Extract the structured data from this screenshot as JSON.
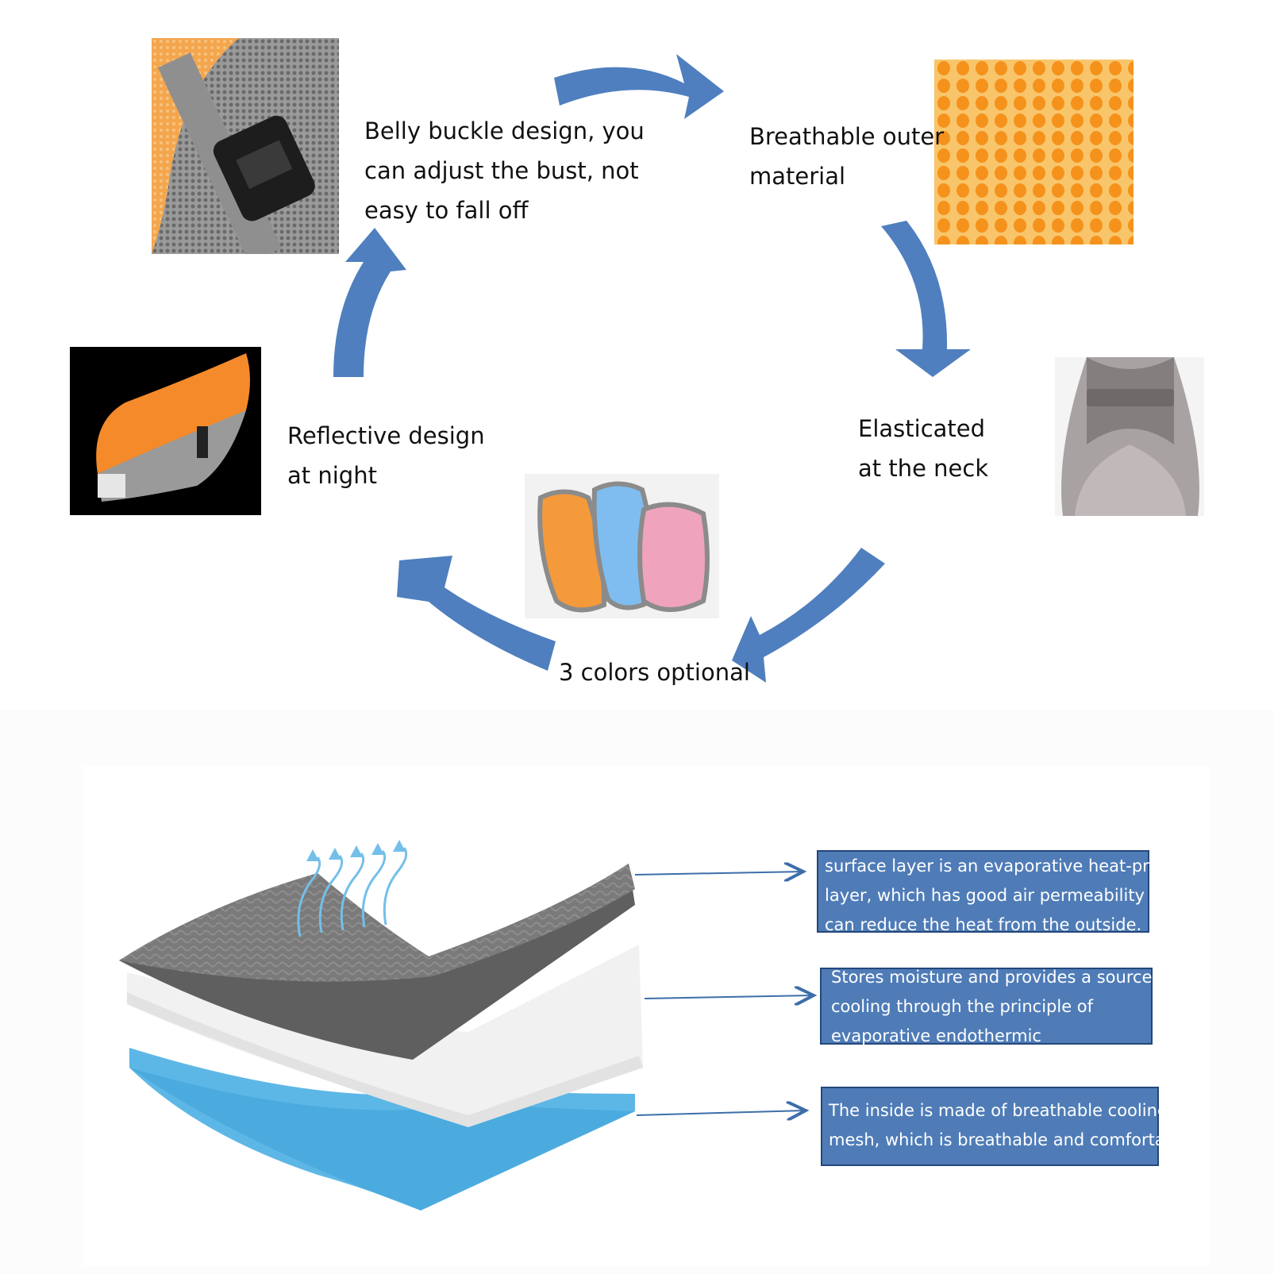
{
  "cycle": {
    "belly_buckle": [
      "Belly buckle design, you",
      "can adjust the bust, not",
      "easy to fall off"
    ],
    "breathable": [
      "Breathable outer",
      "material"
    ],
    "elasticated": [
      "Elasticated",
      "at the neck"
    ],
    "colors": [
      "3 colors optional"
    ],
    "reflective": [
      "Reflective design",
      "at night"
    ],
    "arrow_color": "#4f7fbe"
  },
  "photos": {
    "buckle": "buckle-photo",
    "mesh": "orange-mesh-photo",
    "neck": "neck-elastic-photo",
    "vests": "three-vests-photo",
    "night": "reflective-vest-photo"
  },
  "layers": {
    "surface": [
      "surface layer is an evaporative heat-proof",
      "layer, which has good air permeability and",
      "can reduce the heat from the outside."
    ],
    "middle": [
      "Stores moisture and provides a source of",
      "cooling through the principle of",
      "evaporative endothermic"
    ],
    "inside": [
      "The inside is made of breathable cooling",
      "mesh, which is breathable and comfortable"
    ],
    "colors": {
      "top_layer": "#6a6a6a",
      "middle_layer": "#f1f1f1",
      "bottom_layer": "#5db7e6",
      "heat_arrows": "#74bfe9",
      "callout_fill": "#4f7cb7"
    }
  }
}
